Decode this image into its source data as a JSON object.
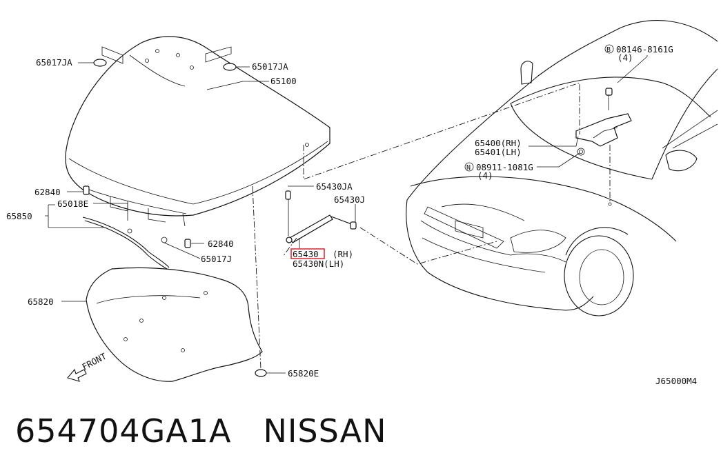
{
  "labels": {
    "l65017ja_a": "65017JA",
    "l65017ja_b": "65017JA",
    "l65100": "65100",
    "l62840_a": "62840",
    "l65018e": "65018E",
    "l65850": "65850",
    "l62840_b": "62840",
    "l65017j": "65017J",
    "l65430ja": "65430JA",
    "l65430j": "65430J",
    "l65430_box": "65430",
    "l65430_rh": "(RH)",
    "l65430n": "65430N(LH)",
    "l65820": "65820",
    "l65820e": "65820E",
    "l_front": "FRONT",
    "l08146": "08146-8161G",
    "l08146_qty": "(4)",
    "l08146_prefix": "B",
    "l65400": "65400(RH)",
    "l65401": "65401(LH)",
    "l08911": "08911-1081G",
    "l08911_qty": "(4)",
    "l08911_prefix": "N",
    "code": "J65000M4"
  },
  "footer": {
    "part_number": "654704GA1A",
    "brand": "NISSAN"
  },
  "colors": {
    "highlight": "#e0202a",
    "ink": "#111111"
  }
}
